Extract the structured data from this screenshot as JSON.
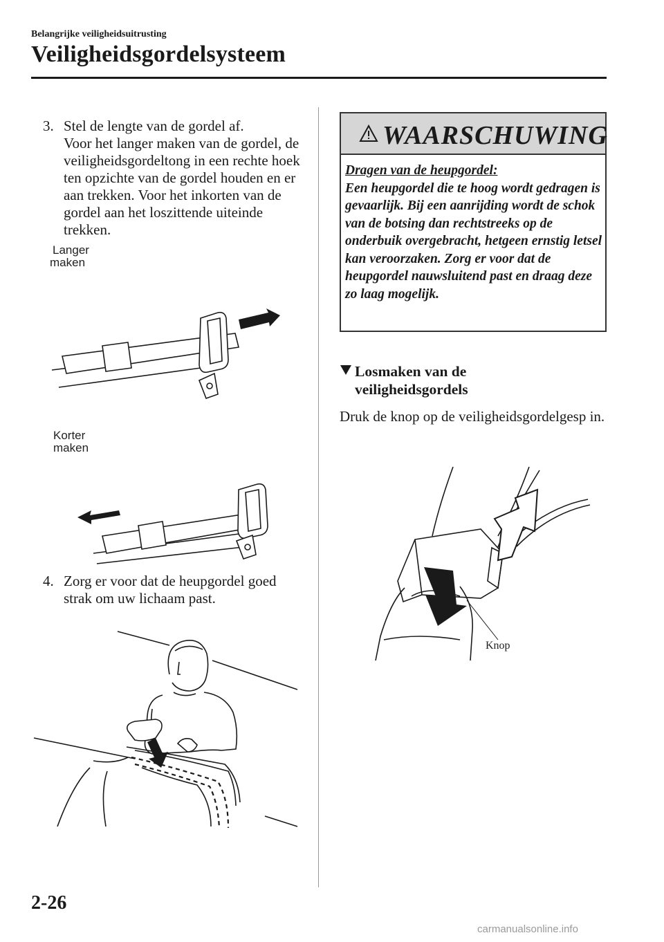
{
  "header": {
    "section": "Belangrijke veiligheidsuitrusting",
    "title": "Veiligheidsgordelsysteem"
  },
  "left": {
    "step3": {
      "num": "3.",
      "lead": "Stel de lengte van de gordel af.",
      "body": "Voor het langer maken van de gordel, de veiligheidsgordeltong in een rechte hoek ten opzichte van de gordel houden en er aan trekken. Voor het inkorten van de gordel aan het loszittende uiteinde trekken."
    },
    "figure_lengthen": {
      "label_line1": "Langer",
      "label_line2": "maken"
    },
    "figure_shorten": {
      "label_line1": "Korter",
      "label_line2": "maken"
    },
    "step4": {
      "num": "4.",
      "body": "Zorg er voor dat de heupgordel goed strak om uw lichaam past."
    }
  },
  "right": {
    "warning": {
      "title": "WAARSCHUWING",
      "subtitle": "Dragen van de heupgordel:",
      "text": "Een heupgordel die te hoog wordt gedragen is gevaarlijk. Bij een aanrijding wordt de schok van de botsing dan rechtstreeks op de onderbuik overgebracht, hetgeen ernstig letsel kan veroorzaken. Zorg er voor dat de heupgordel nauwsluitend past en draag deze zo laag mogelijk."
    },
    "subheading": {
      "line1": "Losmaken van de",
      "line2": "veiligheidsgordels"
    },
    "paragraph": "Druk de knop op de veiligheidsgordelgesp in.",
    "figure_release": {
      "callout": "Knop"
    }
  },
  "footer": {
    "page_number": "2-26",
    "watermark": "carmanualsonline.info"
  }
}
